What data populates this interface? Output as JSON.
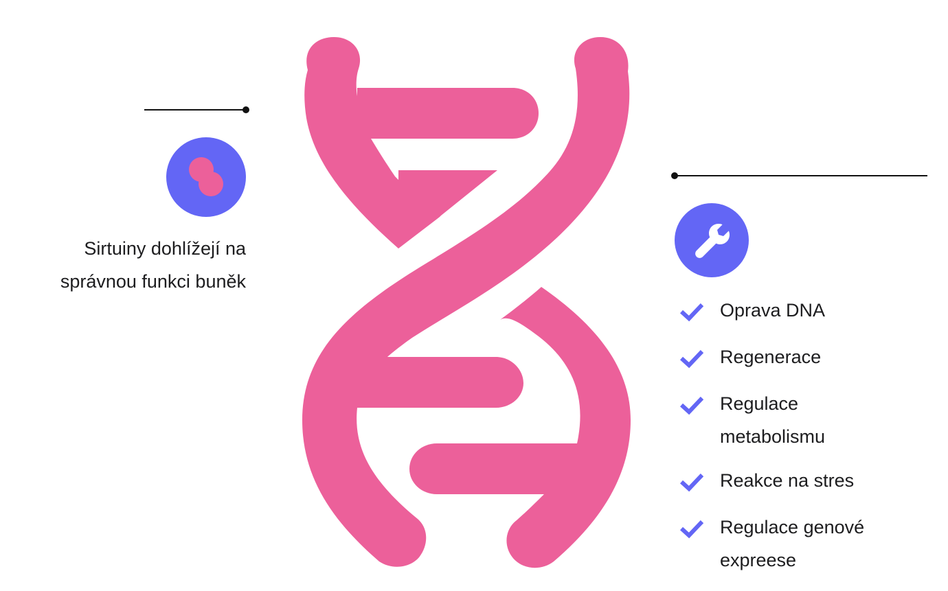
{
  "colors": {
    "dna_pink": "#EC609A",
    "badge_purple": "#6366F5",
    "check_purple": "#6366F5",
    "line_black": "#111111",
    "text": "#1D1D1F"
  },
  "left_panel": {
    "icon": "cell-division-icon",
    "text_line_1": "Sirtuiny dohlížejí na",
    "text_line_2": "správnou funkci buněk"
  },
  "right_panel": {
    "icon": "wrench-icon",
    "checklist_icon": "checkmark-icon",
    "items": [
      {
        "line_1": "Oprava DNA"
      },
      {
        "line_1": "Regenerace"
      },
      {
        "line_1": "Regulace",
        "line_2": "metabolismu"
      },
      {
        "line_1": "Reakce na stres"
      },
      {
        "line_1": "Regulace genové",
        "line_2": "expreese"
      }
    ]
  },
  "illustration": {
    "icon": "dna-helix-icon"
  }
}
